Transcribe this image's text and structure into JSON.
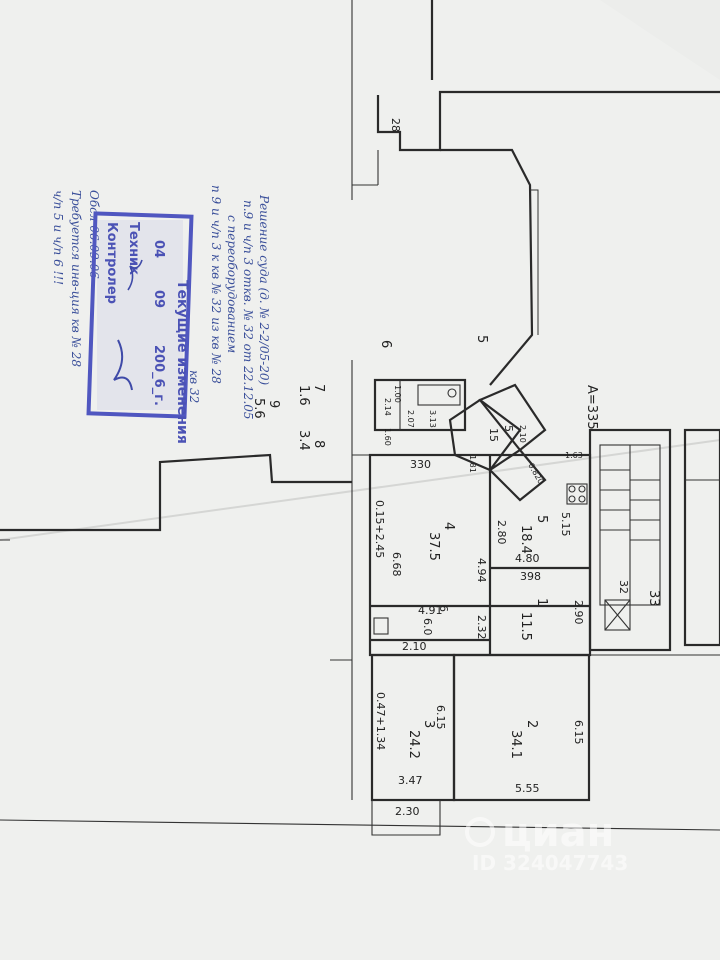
{
  "plan": {
    "building_label": "А=335",
    "stair_label": "33",
    "stair_sub": "32",
    "rooms": [
      {
        "num": "1",
        "area": "11.5"
      },
      {
        "num": "2",
        "area": "34.1"
      },
      {
        "num": "3",
        "area": "24.2"
      },
      {
        "num": "4",
        "area": "37.5"
      },
      {
        "num": "5",
        "area": "18.4"
      },
      {
        "num": "5",
        "area": "15"
      },
      {
        "num": "6",
        "area": "6.0"
      },
      {
        "num": "7",
        "area": "1.6"
      },
      {
        "num": "8",
        "area": "3.4"
      },
      {
        "num": "9",
        "area": "5.6"
      }
    ],
    "top_rooms": {
      "r5": "5",
      "r6": "6"
    },
    "small_rooms": {
      "a": "1.00",
      "b": "2.14",
      "c": "1.60",
      "d": "2.07",
      "e": "3.13",
      "f": "2.10",
      "g": "1.81",
      "h": "1.63"
    },
    "dims": {
      "d28": "28",
      "d330": "330",
      "d398": "398",
      "d480": "4.80",
      "d494": "4.94",
      "d290": "2.90",
      "d491": "4.91",
      "d280": "2.80",
      "d210": "2.10",
      "d232": "2.32",
      "d347": "3.47",
      "d555": "5.55",
      "d615a": "6.15",
      "d615b": "6.15",
      "d230": "2.30",
      "d668": "6.68",
      "d015": "0.15+2.45",
      "d047": "0.47+1.34",
      "d515": "5.15",
      "d0820": "0.820"
    }
  },
  "stamp": {
    "title": "Текущие изменения",
    "date_day": "04",
    "date_month": "09",
    "year": "200_6_г.",
    "tech_label": "Техник",
    "controller_label": "Контролер"
  },
  "notes": {
    "header": "кв 32",
    "line1": "Решение суда (д. № 2-2/05-20)",
    "line2": "п.9 и ч/п 3 откв. № 32 от 22.12.05",
    "line3": "с переоборудованием",
    "line4": "п 9 и ч/п 3 к кв № 32 из кв № 28",
    "line5": "Обсл 06.09.06",
    "line6": "Требуется инв-ция кв № 28",
    "line7": "ч/п 5 и ч/п 6 !!!"
  },
  "watermark": {
    "brand": "циан",
    "id_text": "ID 324047743"
  }
}
